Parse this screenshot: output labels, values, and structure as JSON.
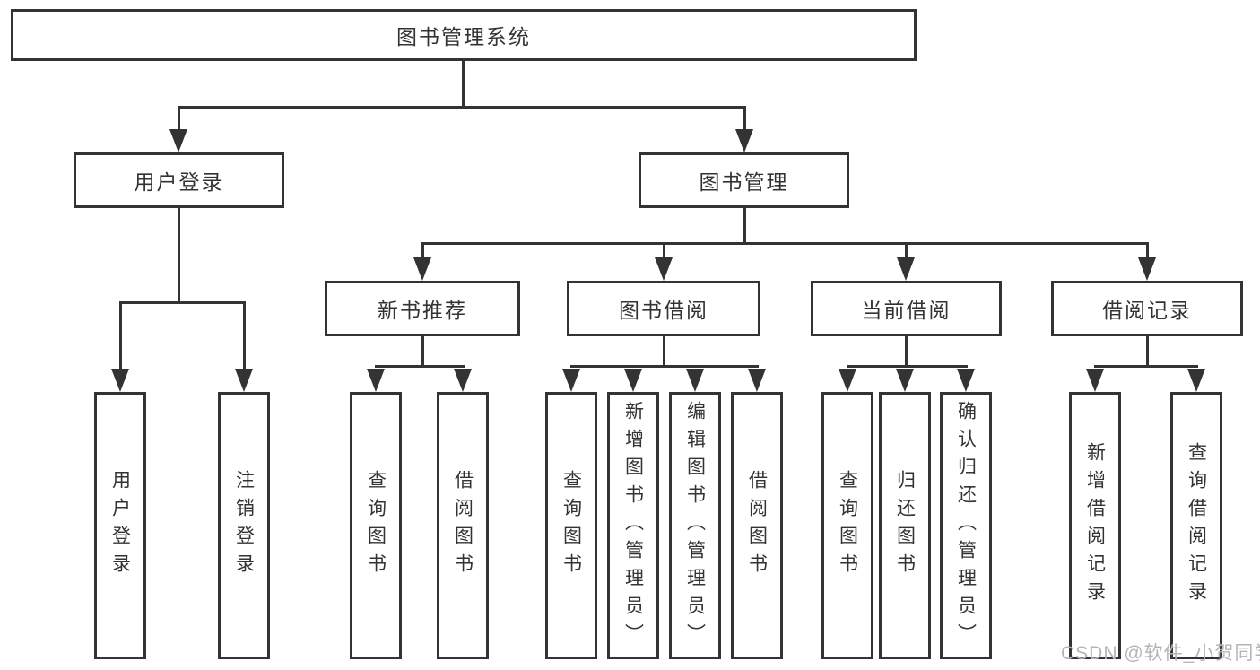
{
  "diagram": {
    "root": {
      "label": "图书管理系统"
    },
    "level2": {
      "user_login": {
        "label": "用户登录"
      },
      "book_mgmt": {
        "label": "图书管理"
      }
    },
    "level3": {
      "new_book": {
        "label": "新书推荐"
      },
      "borrow": {
        "label": "图书借阅"
      },
      "current": {
        "label": "当前借阅"
      },
      "records": {
        "label": "借阅记录"
      }
    },
    "leaves": {
      "user_login": [
        "用户登录",
        "注销登录"
      ],
      "new_book": [
        "查询图书",
        "借阅图书"
      ],
      "borrow": [
        "查询图书",
        "新增图书（管理员）",
        "编辑图书（管理员）",
        "借阅图书"
      ],
      "current": [
        "查询图书",
        "归还图书",
        "确认归还（管理员）"
      ],
      "records": [
        "新增借阅记录",
        "查询借阅记录"
      ]
    }
  },
  "colors": {
    "line": "#333333",
    "text": "#333333",
    "watermark": "#b5b5b5"
  },
  "watermark": "CSDN @软件_小贺同学"
}
